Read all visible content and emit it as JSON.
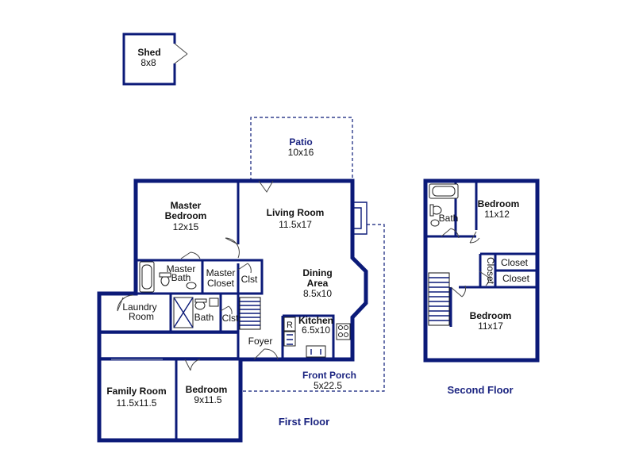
{
  "rooms": {
    "shed": {
      "name": "Shed",
      "dim": "8x8"
    },
    "patio": {
      "name": "Patio",
      "dim": "10x16"
    },
    "master_bedroom": {
      "name_line1": "Master",
      "name_line2": "Bedroom",
      "dim": "12x15"
    },
    "living_room": {
      "name": "Living Room",
      "dim": "11.5x17"
    },
    "dining_area": {
      "name_line1": "Dining",
      "name_line2": "Area",
      "dim": "8.5x10"
    },
    "master_bath": {
      "name_line1": "Master",
      "name_line2": "Bath"
    },
    "master_closet": {
      "name_line1": "Master",
      "name_line2": "Closet"
    },
    "closet_a": {
      "name": "Clst"
    },
    "closet_b": {
      "name": "Clst"
    },
    "laundry_room": {
      "name_line1": "Laundry",
      "name_line2": "Room"
    },
    "bath": {
      "name": "Bath"
    },
    "kitchen": {
      "name": "Kitchen",
      "dim": "6.5x10"
    },
    "refrigerator": {
      "label": "R"
    },
    "foyer": {
      "name": "Foyer"
    },
    "front_porch": {
      "name": "Front Porch",
      "dim": "5x22.5"
    },
    "family_room": {
      "name": "Family Room",
      "dim": "11.5x11.5"
    },
    "bedroom_first": {
      "name": "Bedroom",
      "dim": "9x11.5"
    },
    "bedroom_upper": {
      "name": "Bedroom",
      "dim": "11x12"
    },
    "bedroom_lower": {
      "name": "Bedroom",
      "dim": "11x17"
    },
    "bath_second": {
      "name": "Bath"
    },
    "closet_vertical": {
      "name": "Closet"
    },
    "closet_upper": {
      "name": "Closet"
    },
    "closet_lower": {
      "name": "Closet"
    }
  },
  "floors": {
    "first": "First Floor",
    "second": "Second Floor"
  },
  "colors": {
    "wall": "#0b1a78",
    "label_outdoor": "#1a2380"
  }
}
